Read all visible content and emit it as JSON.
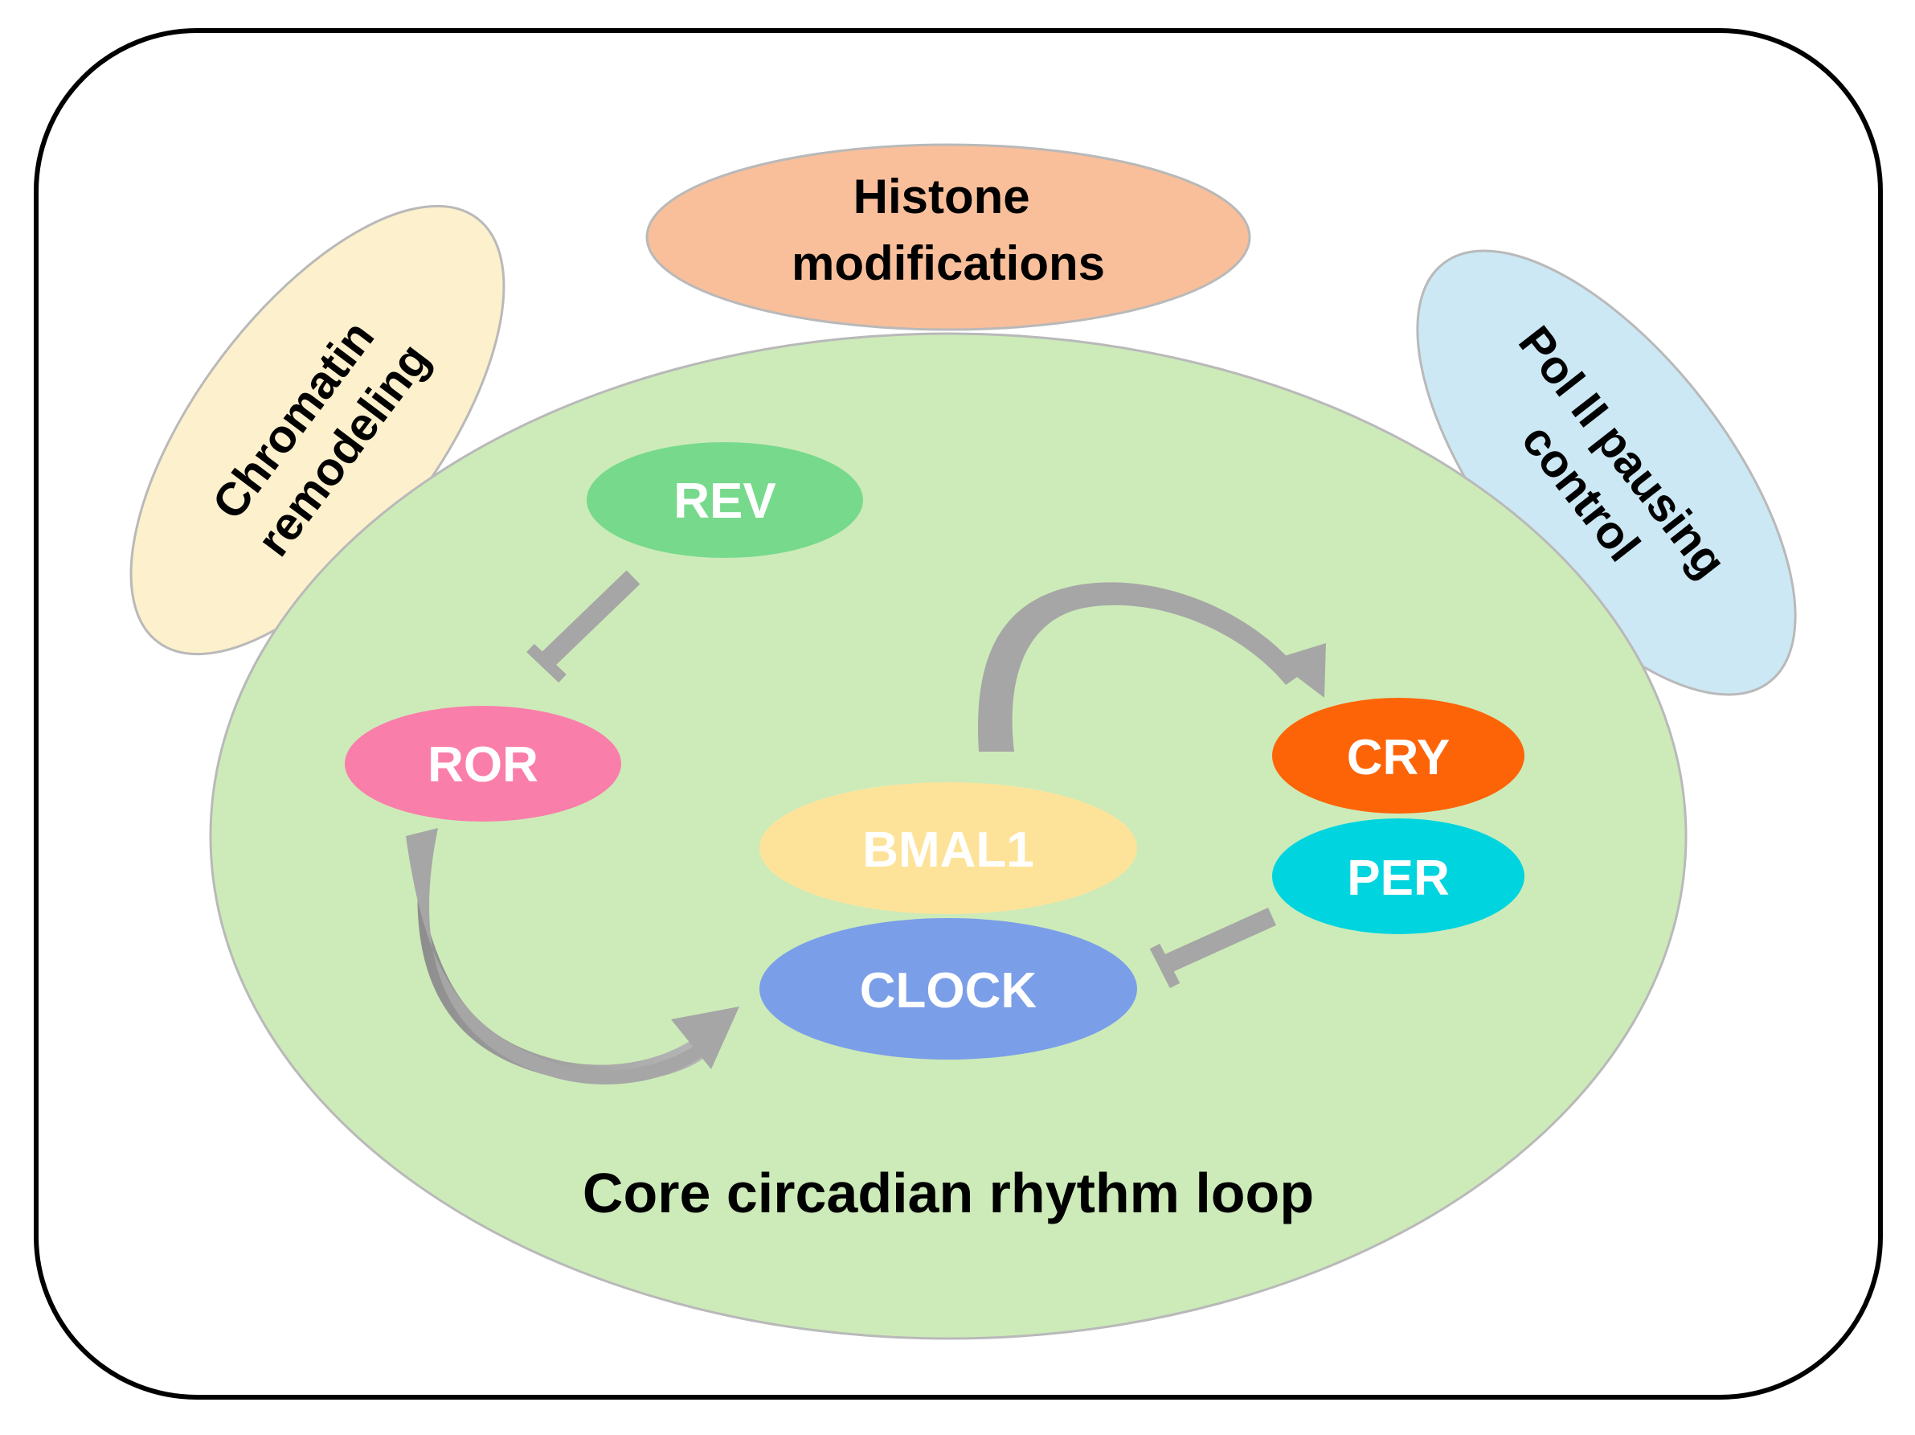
{
  "outer_modules": {
    "chromatin": {
      "line1": "Chromatin",
      "line2": "remodeling"
    },
    "histone": {
      "line1": "Histone",
      "line2": "modifications"
    },
    "polii": {
      "line1": "Pol II pausing",
      "line2": "control"
    }
  },
  "core_loop": {
    "title": "Core circadian rhythm loop",
    "nodes": {
      "rev": "REV",
      "ror": "ROR",
      "bmal1": "BMAL1",
      "clock": "CLOCK",
      "cry": "CRY",
      "per": "PER"
    }
  },
  "colors": {
    "chromatin": "#fdf0cc",
    "histone": "#f9bf9b",
    "polii": "#cce8f4",
    "core": "#cdebb9",
    "rev": "#77d98c",
    "ror": "#fa7eaa",
    "bmal1": "#fde39a",
    "clock": "#7b9ee8",
    "cry": "#fd6408",
    "per": "#00d4df",
    "arrow": "#a6a6a6"
  }
}
